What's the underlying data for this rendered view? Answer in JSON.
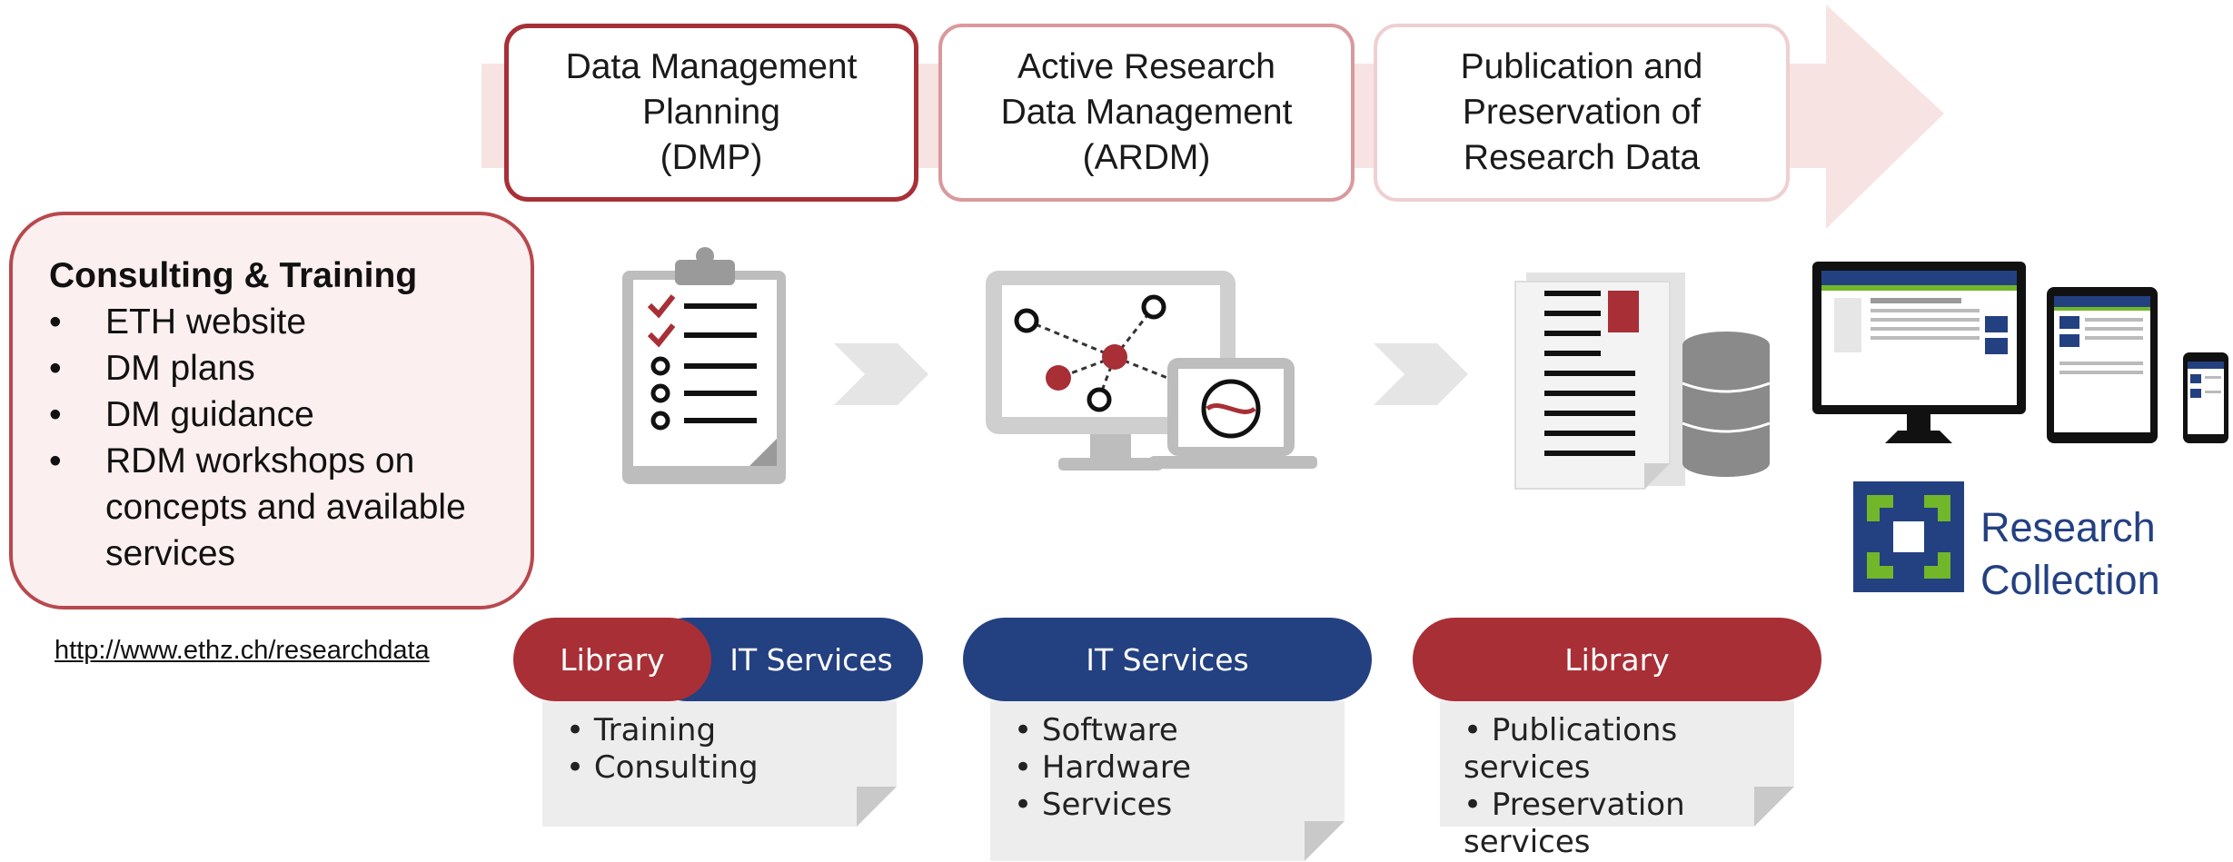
{
  "phases": [
    {
      "label": "Data Management\nPlanning\n(DMP)"
    },
    {
      "label": "Active Research\nData Management\n(ARDM)"
    },
    {
      "label": "Publication and\nPreservation of\nResearch Data"
    }
  ],
  "consulting": {
    "title": "Consulting & Training",
    "items": [
      "ETH website",
      "DM plans",
      "DM guidance",
      "RDM workshops on concepts and available services"
    ]
  },
  "link": "http://www.ethz.ch/researchdata",
  "providers": {
    "library": "Library",
    "it_services": "IT Services"
  },
  "services": {
    "col1": [
      "Training",
      "Consulting"
    ],
    "col2": [
      "Software",
      "Hardware",
      "Services"
    ],
    "col3": [
      "Publications services",
      "Preservation services"
    ]
  },
  "research_collection": {
    "line1": "Research",
    "line2": "Collection"
  },
  "colors": {
    "eth_red": "#a82f36",
    "eth_blue": "#234081",
    "rc_green": "#72b62a"
  }
}
